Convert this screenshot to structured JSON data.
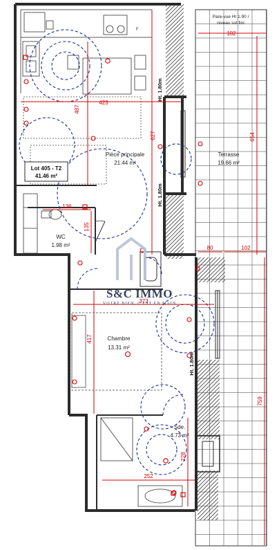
{
  "lot": {
    "name": "Lot 405 - T2",
    "area": "41.46 m²"
  },
  "rooms": {
    "piece_principale": {
      "name": "Pièce principale",
      "area": "21.44 m²"
    },
    "terrasse": {
      "name": "Terrasse",
      "area": "19.66 m²"
    },
    "wc": {
      "name": "WC",
      "area": "1.98 m²"
    },
    "chambre": {
      "name": "Chambre",
      "area": "13.31 m²"
    },
    "sde": {
      "name": "Sde.",
      "area": "4.73 m²"
    }
  },
  "dimensions": {
    "d423": "423",
    "d487": "487",
    "d627": "627",
    "d654": "654",
    "d182": "182",
    "d136": "136",
    "d135": "135",
    "d80": "80",
    "d102": "102",
    "d373": "373",
    "d417": "417",
    "d759": "759",
    "d228": "228",
    "d252": "252"
  },
  "heights": {
    "ht1": "Ht. 1.80m",
    "ht2": "Ht. 1.80m",
    "ht3": "Ht. 1.80m"
  },
  "notes": {
    "parevue_line1": "Pare-vue Ht 1.90 /",
    "parevue_line2": "niveau sol fini"
  },
  "watermark": {
    "brand": "S&C IMMO",
    "tagline": "VOTRE BIEN, C'EST EN MAIN"
  },
  "colors": {
    "wall": "#2b2b2b",
    "dimension": "#d40000",
    "furniture_dash": "#1a2a9a",
    "electrical": "#d40000",
    "watermark": "#1d2e4a"
  }
}
